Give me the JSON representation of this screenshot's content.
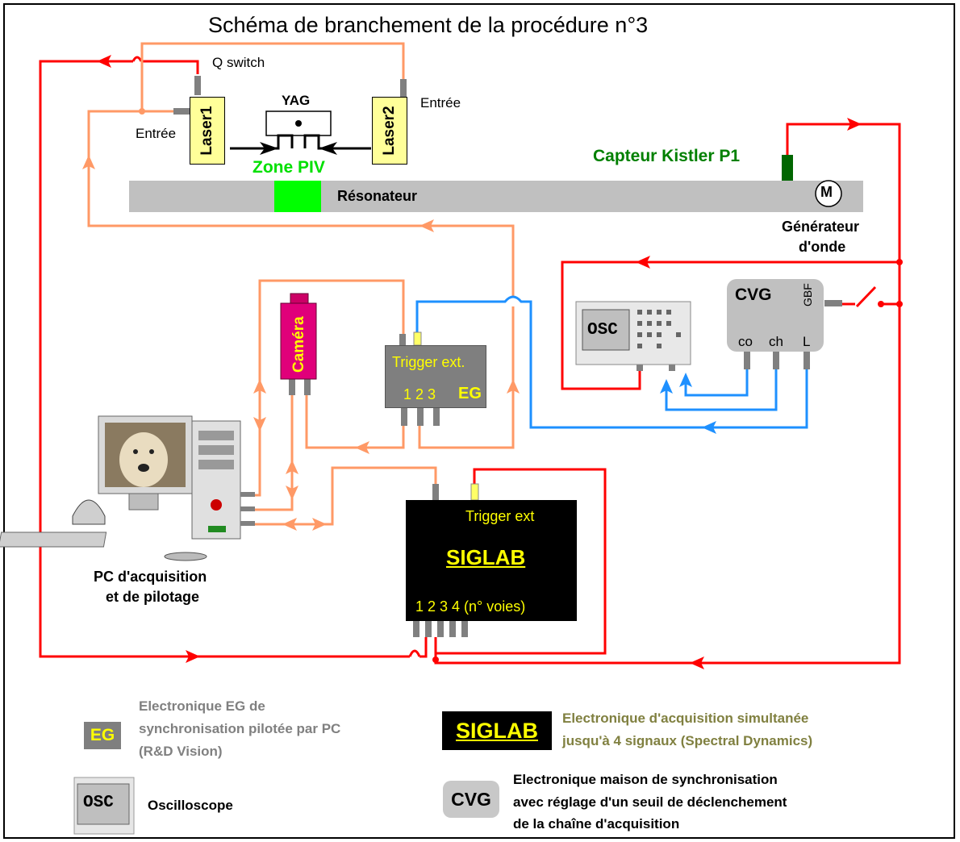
{
  "title": "Schéma de branchement de la procédure n°3",
  "labels": {
    "q_switch": "Q switch",
    "entree_left": "Entrée",
    "entree_right": "Entrée",
    "yag": "YAG",
    "laser1": "Laser1",
    "laser2": "Laser2",
    "zone_piv": "Zone PIV",
    "resonateur": "Résonateur",
    "capteur": "Capteur Kistler P1",
    "motor": "M",
    "generateur_line1": "Générateur",
    "generateur_line2": "d'onde",
    "camera": "Caméra",
    "eg_trigger": "Trigger ext.",
    "eg_channels": "1 2 3",
    "eg_name": "EG",
    "cvg_name": "CVG",
    "cvg_gbf": "GBF",
    "cvg_co": "co",
    "cvg_ch": "ch",
    "cvg_l": "L",
    "osc": "OSC",
    "siglab_trigger": "Trigger ext",
    "siglab_name": "SIGLAB",
    "siglab_channels": "1 2 3 4 (n° voies)",
    "pc_line1": "PC d'acquisition",
    "pc_line2": "et de pilotage"
  },
  "legend": {
    "eg_badge": "EG",
    "eg_line1": "Electronique EG de",
    "eg_line2": "synchronisation pilotée par PC",
    "eg_line3": "(R&D Vision)",
    "osc_badge": "OSC",
    "osc_text": "Oscilloscope",
    "siglab_badge": "SIGLAB",
    "siglab_line1": "Electronique d'acquisition simultanée",
    "siglab_line2": "jusqu'à 4 signaux  (Spectral Dynamics)",
    "cvg_badge": "CVG",
    "cvg_line1": "Electronique maison de synchronisation",
    "cvg_line2": "avec réglage d'un seuil de déclenchement",
    "cvg_line3": "de la chaîne d'acquisition"
  },
  "colors": {
    "red_wire": "#ff0000",
    "orange_wire": "#ff9966",
    "blue_wire": "#1e90ff",
    "green_zone": "#00ff00",
    "green_text": "#008000",
    "yellow_text": "#ffff00",
    "legend_eg_text": "#808080",
    "legend_siglab_text": "#808040"
  }
}
